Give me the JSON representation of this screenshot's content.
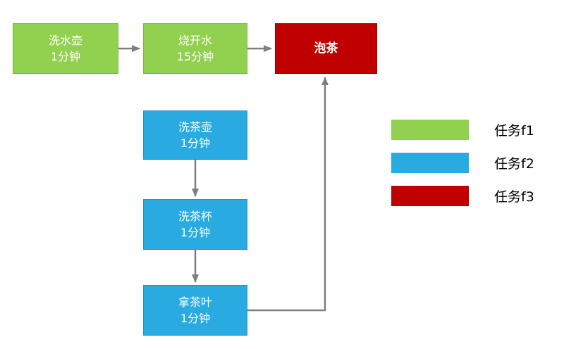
{
  "diagram": {
    "nodes": {
      "wash_kettle": {
        "title": "洗水壶",
        "duration": "1分钟"
      },
      "boil_water": {
        "title": "烧开水",
        "duration": "15分钟"
      },
      "brew_tea": {
        "title": "泡茶"
      },
      "wash_teapot": {
        "title": "洗茶壶",
        "duration": "1分钟"
      },
      "wash_teacup": {
        "title": "洗茶杯",
        "duration": "1分钟"
      },
      "take_tea_leaves": {
        "title": "拿茶叶",
        "duration": "1分钟"
      }
    },
    "connections": [
      "wash_kettle -> boil_water",
      "boil_water -> brew_tea",
      "wash_teapot -> wash_teacup",
      "wash_teacup -> take_tea_leaves",
      "take_tea_leaves -> brew_tea"
    ]
  },
  "legend": {
    "items": [
      {
        "label": "任务f1",
        "color_name": "green"
      },
      {
        "label": "任务f2",
        "color_name": "blue"
      },
      {
        "label": "任务f3",
        "color_name": "red"
      }
    ]
  },
  "colors": {
    "green": "#92D050",
    "blue": "#29ABE2",
    "red": "#C00000",
    "arrow": "#7F7F7F",
    "box_text": "#FFFFFF",
    "legend_text": "#000000"
  }
}
